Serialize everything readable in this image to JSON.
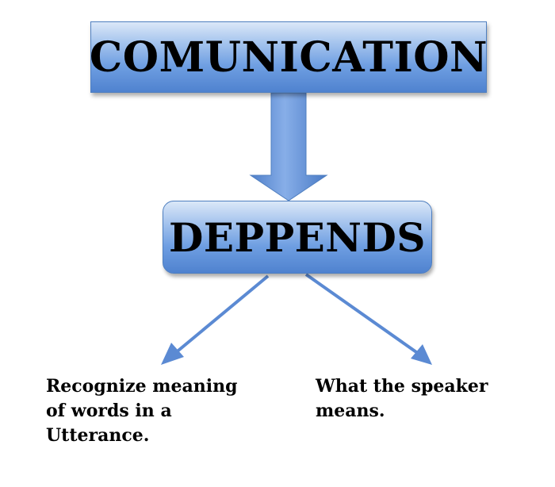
{
  "diagram": {
    "top_box": {
      "label": "COMUNICATION"
    },
    "middle_box": {
      "label": "DEPPENDS"
    },
    "left_item": {
      "label": "Recognize meaning\nof words in a\nUtterance."
    },
    "right_item": {
      "label": "What the speaker\nmeans."
    }
  },
  "colors": {
    "box_fill_light": "#dbe8f8",
    "box_fill_dark": "#4f82cf",
    "box_border": "#4f7fc0",
    "arrow": "#5b8ad3",
    "text": "#000000"
  }
}
